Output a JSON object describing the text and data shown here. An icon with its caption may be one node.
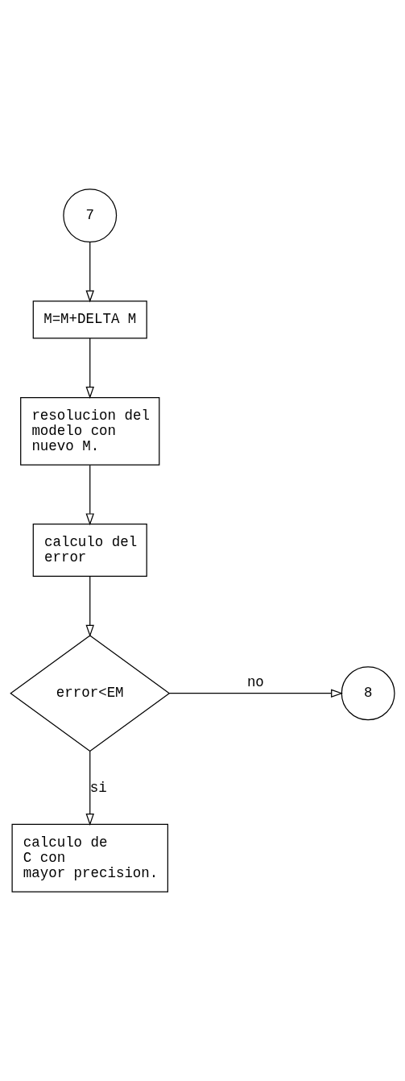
{
  "diagram": {
    "nodes": [
      {
        "text": [
          "7"
        ]
      },
      {
        "text": [
          "M=M+DELTA M"
        ]
      },
      {
        "text": [
          "resolucion del modelo con nuevo M."
        ]
      },
      {
        "text": [
          "calculo del error"
        ]
      },
      {
        "text": [
          "error<EM"
        ]
      },
      {
        "text": [
          "8"
        ]
      },
      {
        "text": [
          "calculo de C con mayor precision."
        ]
      }
    ],
    "edges": [
      {
        "from": 0,
        "to": 1,
        "arrow": "to"
      },
      {
        "from": 1,
        "to": 2,
        "arrow": "to"
      },
      {
        "from": 2,
        "to": 3,
        "arrow": "to"
      },
      {
        "from": 3,
        "to": 4,
        "arrow": "to"
      },
      {
        "from": 4,
        "to": 5,
        "arrow": "to",
        "label": "no"
      },
      {
        "from": 4,
        "to": 6,
        "arrow": "to",
        "label": "si"
      }
    ]
  }
}
